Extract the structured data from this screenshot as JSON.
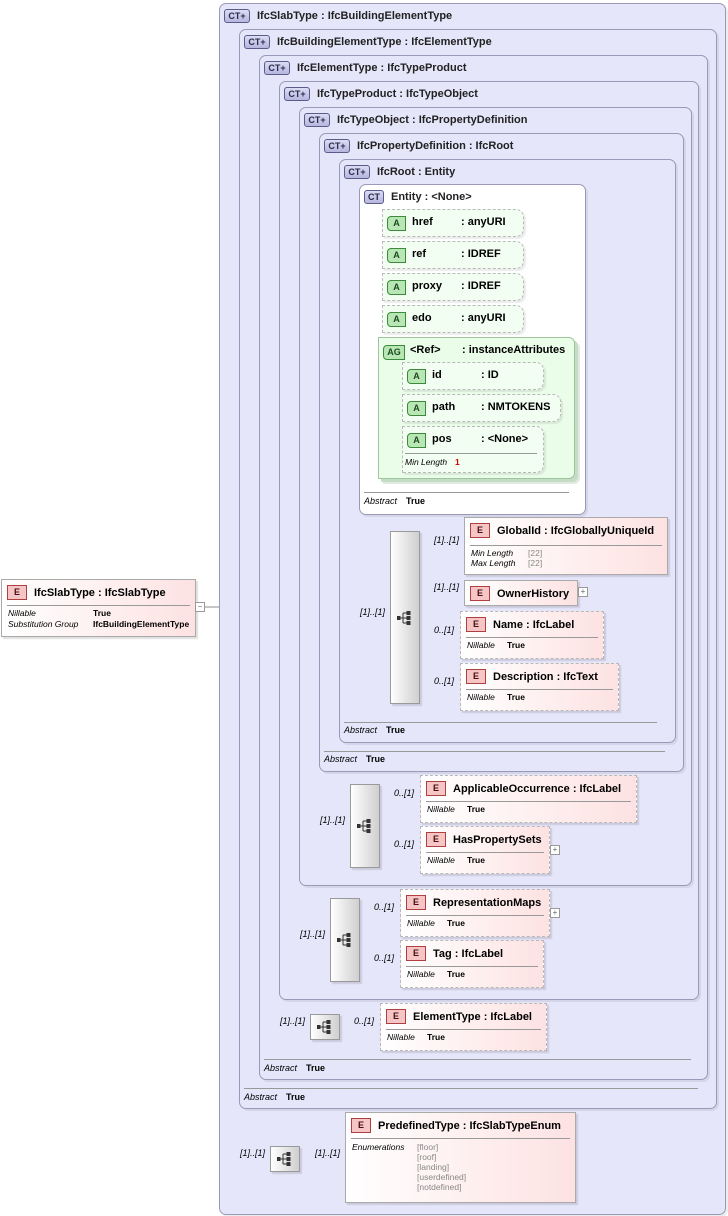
{
  "root_element": {
    "badge": "E",
    "name": "IfcSlabType : IfcSlabType",
    "props": [
      {
        "k": "Nillable",
        "v": "True"
      },
      {
        "k": "Substitution Group",
        "v": "IfcBuildingElementType"
      }
    ],
    "collapse": "−"
  },
  "badges": {
    "ct": "CT+",
    "ct_plain": "CT",
    "element": "E",
    "attribute": "A",
    "attribute_group": "AG",
    "expand": "+"
  },
  "complex_types": [
    {
      "title": "IfcSlabType : IfcBuildingElementType"
    },
    {
      "title": "IfcBuildingElementType : IfcElementType",
      "abstract": "True"
    },
    {
      "title": "IfcElementType : IfcTypeProduct",
      "abstract": "True"
    },
    {
      "title": "IfcTypeProduct : IfcTypeObject"
    },
    {
      "title": "IfcTypeObject : IfcPropertyDefinition"
    },
    {
      "title": "IfcPropertyDefinition : IfcRoot",
      "abstract": "True"
    },
    {
      "title": "IfcRoot   : Entity",
      "abstract": "True"
    },
    {
      "title": "Entity     : <None>",
      "abstract": "True"
    }
  ],
  "abstract_label": "Abstract",
  "attributes": [
    {
      "name": "href",
      "type": ": anyURI"
    },
    {
      "name": "ref",
      "type": ": IDREF"
    },
    {
      "name": "proxy",
      "type": ": IDREF"
    },
    {
      "name": "edo",
      "type": ": anyURI"
    }
  ],
  "attribute_group": {
    "name": "<Ref>",
    "type": ": instanceAttributes",
    "attributes": [
      {
        "name": "id",
        "type": ": ID"
      },
      {
        "name": "path",
        "type": ": NMTOKENS"
      },
      {
        "name": "pos",
        "type": ": <None>",
        "prop_k": "Min Length",
        "prop_v": "1"
      }
    ]
  },
  "cardinalities": {
    "one": "[1]..[1]",
    "opt": "0..[1]"
  },
  "elements": {
    "globalid": {
      "name": "GlobalId : IfcGloballyUniqueId",
      "props": [
        {
          "k": "Min Length",
          "v": "[22]"
        },
        {
          "k": "Max Length",
          "v": "[22]"
        }
      ]
    },
    "ownerhistory": {
      "name": "OwnerHistory"
    },
    "name": {
      "name": "Name     : IfcLabel",
      "props": [
        {
          "k": "Nillable",
          "v": "True"
        }
      ]
    },
    "description": {
      "name": "Description : IfcText",
      "props": [
        {
          "k": "Nillable",
          "v": "True"
        }
      ]
    },
    "applicable": {
      "name": "ApplicableOccurrence : IfcLabel",
      "props": [
        {
          "k": "Nillable",
          "v": "True"
        }
      ]
    },
    "haspropertysets": {
      "name": "HasPropertySets",
      "props": [
        {
          "k": "Nillable",
          "v": "True"
        }
      ]
    },
    "representationmaps": {
      "name": "RepresentationMaps",
      "props": [
        {
          "k": "Nillable",
          "v": "True"
        }
      ]
    },
    "tag": {
      "name": "Tag        : IfcLabel",
      "props": [
        {
          "k": "Nillable",
          "v": "True"
        }
      ]
    },
    "elementtype": {
      "name": "ElementType : IfcLabel",
      "props": [
        {
          "k": "Nillable",
          "v": "True"
        }
      ]
    },
    "predefinedtype": {
      "name": "PredefinedType : IfcSlabTypeEnum",
      "enum_label": "Enumerations",
      "enums": [
        "[floor]",
        "[roof]",
        "[landing]",
        "[userdefined]",
        "[notdefined]"
      ]
    }
  }
}
